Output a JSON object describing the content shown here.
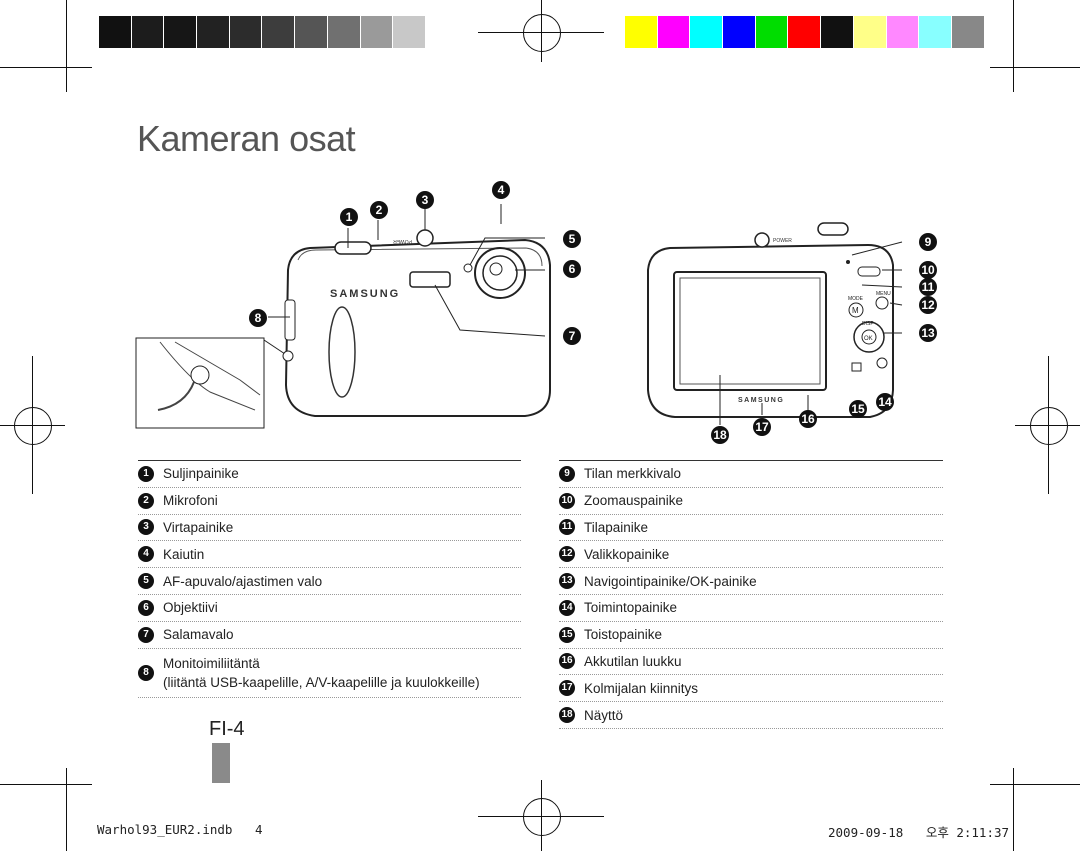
{
  "title": "Kameran osat",
  "color_bars": {
    "gray": [
      "#111111",
      "#1c1c1c",
      "#161616",
      "#222222",
      "#2c2c2c",
      "#3d3d3d",
      "#555555",
      "#707070",
      "#9a9a9a",
      "#c8c8c8",
      "#ffffff"
    ],
    "color": [
      "#ffff00",
      "#ff00ff",
      "#00ffff",
      "#0000ff",
      "#00dd00",
      "#ff0000",
      "#111111",
      "#ffff88",
      "#ff88ff",
      "#88ffff",
      "#888888"
    ]
  },
  "camera_front": {
    "brand": "SAMSUNG",
    "power_label": "POWER",
    "callouts": [
      "1",
      "2",
      "3",
      "4",
      "5",
      "6",
      "7",
      "8"
    ]
  },
  "camera_back": {
    "brand": "SAMSUNG",
    "power_label": "POWER",
    "mode_label": "MODE",
    "menu_label": "MENU",
    "disp_label": "DISP",
    "ok_label": "OK",
    "m_label": "M",
    "callouts": [
      "9",
      "10",
      "11",
      "12",
      "13",
      "14",
      "15",
      "16",
      "17",
      "18"
    ]
  },
  "parts_left": [
    {
      "num": "1",
      "label": "Suljinpainike"
    },
    {
      "num": "2",
      "label": "Mikrofoni"
    },
    {
      "num": "3",
      "label": "Virtapainike"
    },
    {
      "num": "4",
      "label": "Kaiutin"
    },
    {
      "num": "5",
      "label": "AF-apuvalo/ajastimen valo"
    },
    {
      "num": "6",
      "label": "Objektiivi"
    },
    {
      "num": "7",
      "label": "Salamavalo"
    },
    {
      "num": "8",
      "label": "Monitoimiliitäntä",
      "sublabel": "(liitäntä USB-kaapelille, A/V-kaapelille ja kuulokkeille)"
    }
  ],
  "parts_right": [
    {
      "num": "9",
      "label": "Tilan merkkivalo"
    },
    {
      "num": "10",
      "label": "Zoomauspainike"
    },
    {
      "num": "11",
      "label": "Tilapainike"
    },
    {
      "num": "12",
      "label": "Valikkopainike"
    },
    {
      "num": "13",
      "label": "Navigointipainike/OK-painike"
    },
    {
      "num": "14",
      "label": "Toimintopainike"
    },
    {
      "num": "15",
      "label": "Toistopainike"
    },
    {
      "num": "16",
      "label": "Akkutilan luukku"
    },
    {
      "num": "17",
      "label": "Kolmijalan kiinnitys"
    },
    {
      "num": "18",
      "label": "Näyttö"
    }
  ],
  "page_number": "FI-4",
  "footer_left": "Warhol93_EUR2.indb   4",
  "footer_right": "2009-09-18   오후 2:11:37"
}
